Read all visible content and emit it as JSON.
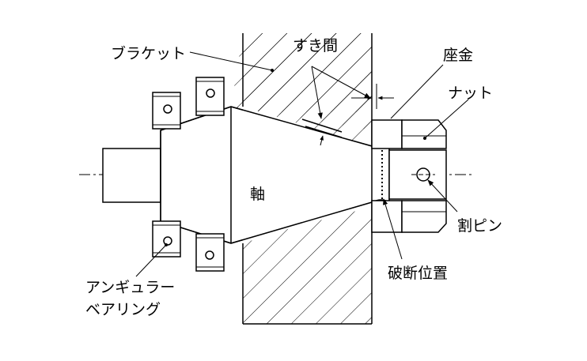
{
  "labels": {
    "bracket": "ブラケット",
    "clearance": "すき間",
    "washer": "座金",
    "nut": "ナット",
    "shaft": "軸",
    "cotter_pin": "割ピン",
    "fracture_location": "破断位置",
    "bearing_line1": "アンギュラー",
    "bearing_line2": "ベアリング"
  },
  "colors": {
    "line": "#000000",
    "background": "#ffffff"
  },
  "icons": {
    "arrow": "arrowhead",
    "hatch": "diagonal-hatch"
  }
}
